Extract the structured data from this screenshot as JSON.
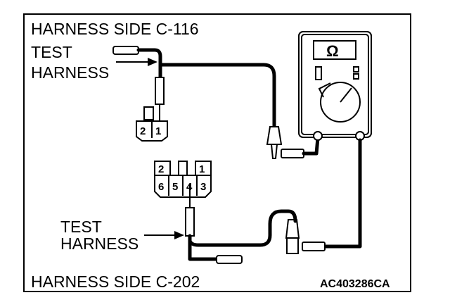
{
  "labels": {
    "title_top": "HARNESS SIDE C-116",
    "test_harness_top_line1": "TEST",
    "test_harness_top_line2": "HARNESS",
    "test_harness_bottom_line1": "TEST",
    "test_harness_bottom_line2": "HARNESS",
    "title_bottom": "HARNESS SIDE C-202",
    "figure_code": "AC403286CA"
  },
  "connector_c116": {
    "pins": [
      "2",
      "1"
    ]
  },
  "connector_c202": {
    "top_pins": [
      "2",
      "1"
    ],
    "bottom_pins": [
      "6",
      "5",
      "4",
      "3"
    ]
  },
  "meter": {
    "display_symbol": "Ω",
    "icon": "ohmmeter-icon"
  }
}
